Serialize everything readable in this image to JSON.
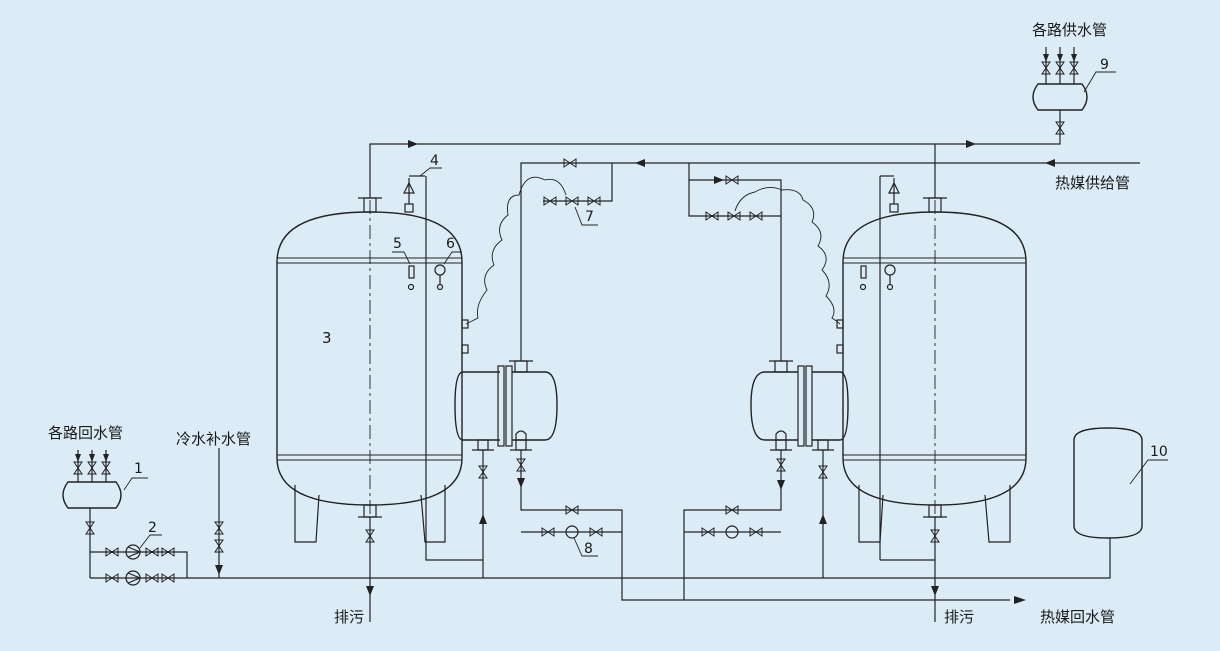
{
  "labels": {
    "supply_header": "各路供水管",
    "heat_supply": "热媒供给管",
    "return_header": "各路回水管",
    "cold_makeup": "冷水补水管",
    "drain_left": "排污",
    "drain_right": "排污",
    "heat_return": "热媒回水管"
  },
  "callouts": {
    "n1": "1",
    "n2": "2",
    "n3": "3",
    "n4": "4",
    "n5": "5",
    "n6": "6",
    "n7": "7",
    "n8": "8",
    "n9": "9",
    "n10": "10"
  },
  "colors": {
    "background": "#dcecf7",
    "line": "#222222"
  }
}
